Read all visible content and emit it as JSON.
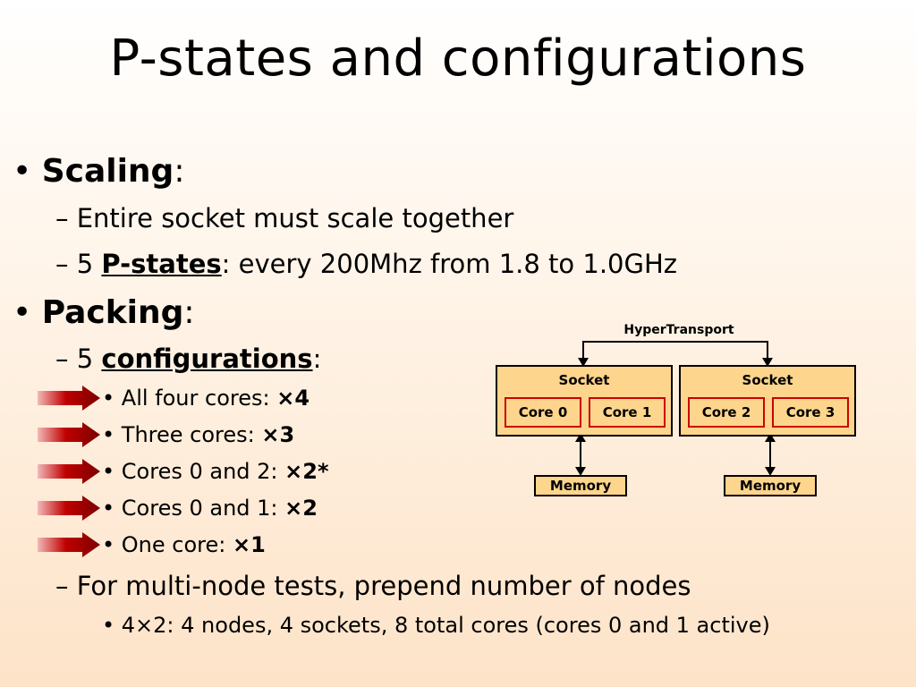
{
  "slide": {
    "title": "P-states and configurations",
    "bullets": {
      "scaling": {
        "heading": "Scaling",
        "colon": ":",
        "item1": "– Entire socket must scale together",
        "item2_prefix": "– 5 ",
        "item2_term": "P-states",
        "item2_suffix": ": every 200Mhz from 1.8 to 1.0GHz"
      },
      "packing": {
        "heading": "Packing",
        "colon": ":",
        "config_prefix": "– 5 ",
        "config_term": "configurations",
        "config_suffix": ":",
        "configs": [
          {
            "label": "• All four cores: ",
            "value": "×4"
          },
          {
            "label": "• Three cores: ",
            "value": "×3"
          },
          {
            "label": "• Cores 0 and 2: ",
            "value": "×2*"
          },
          {
            "label": "• Cores 0 and 1: ",
            "value": "×2"
          },
          {
            "label": "• One core: ",
            "value": "×1"
          }
        ],
        "multinode": "– For multi-node tests, prepend number of nodes",
        "example": "• 4×2: 4 nodes, 4 sockets, 8 total cores (cores 0 and 1 active)"
      },
      "bullet_char": "•"
    }
  },
  "diagram": {
    "hypertransport": "HyperTransport",
    "socket_label": "Socket",
    "cores": [
      "Core 0",
      "Core 1",
      "Core 2",
      "Core 3"
    ],
    "memory_label": "Memory"
  },
  "colors": {
    "arrow": "#b00000",
    "socket_fill": "#fdd58c",
    "core_border": "#cc0000"
  }
}
